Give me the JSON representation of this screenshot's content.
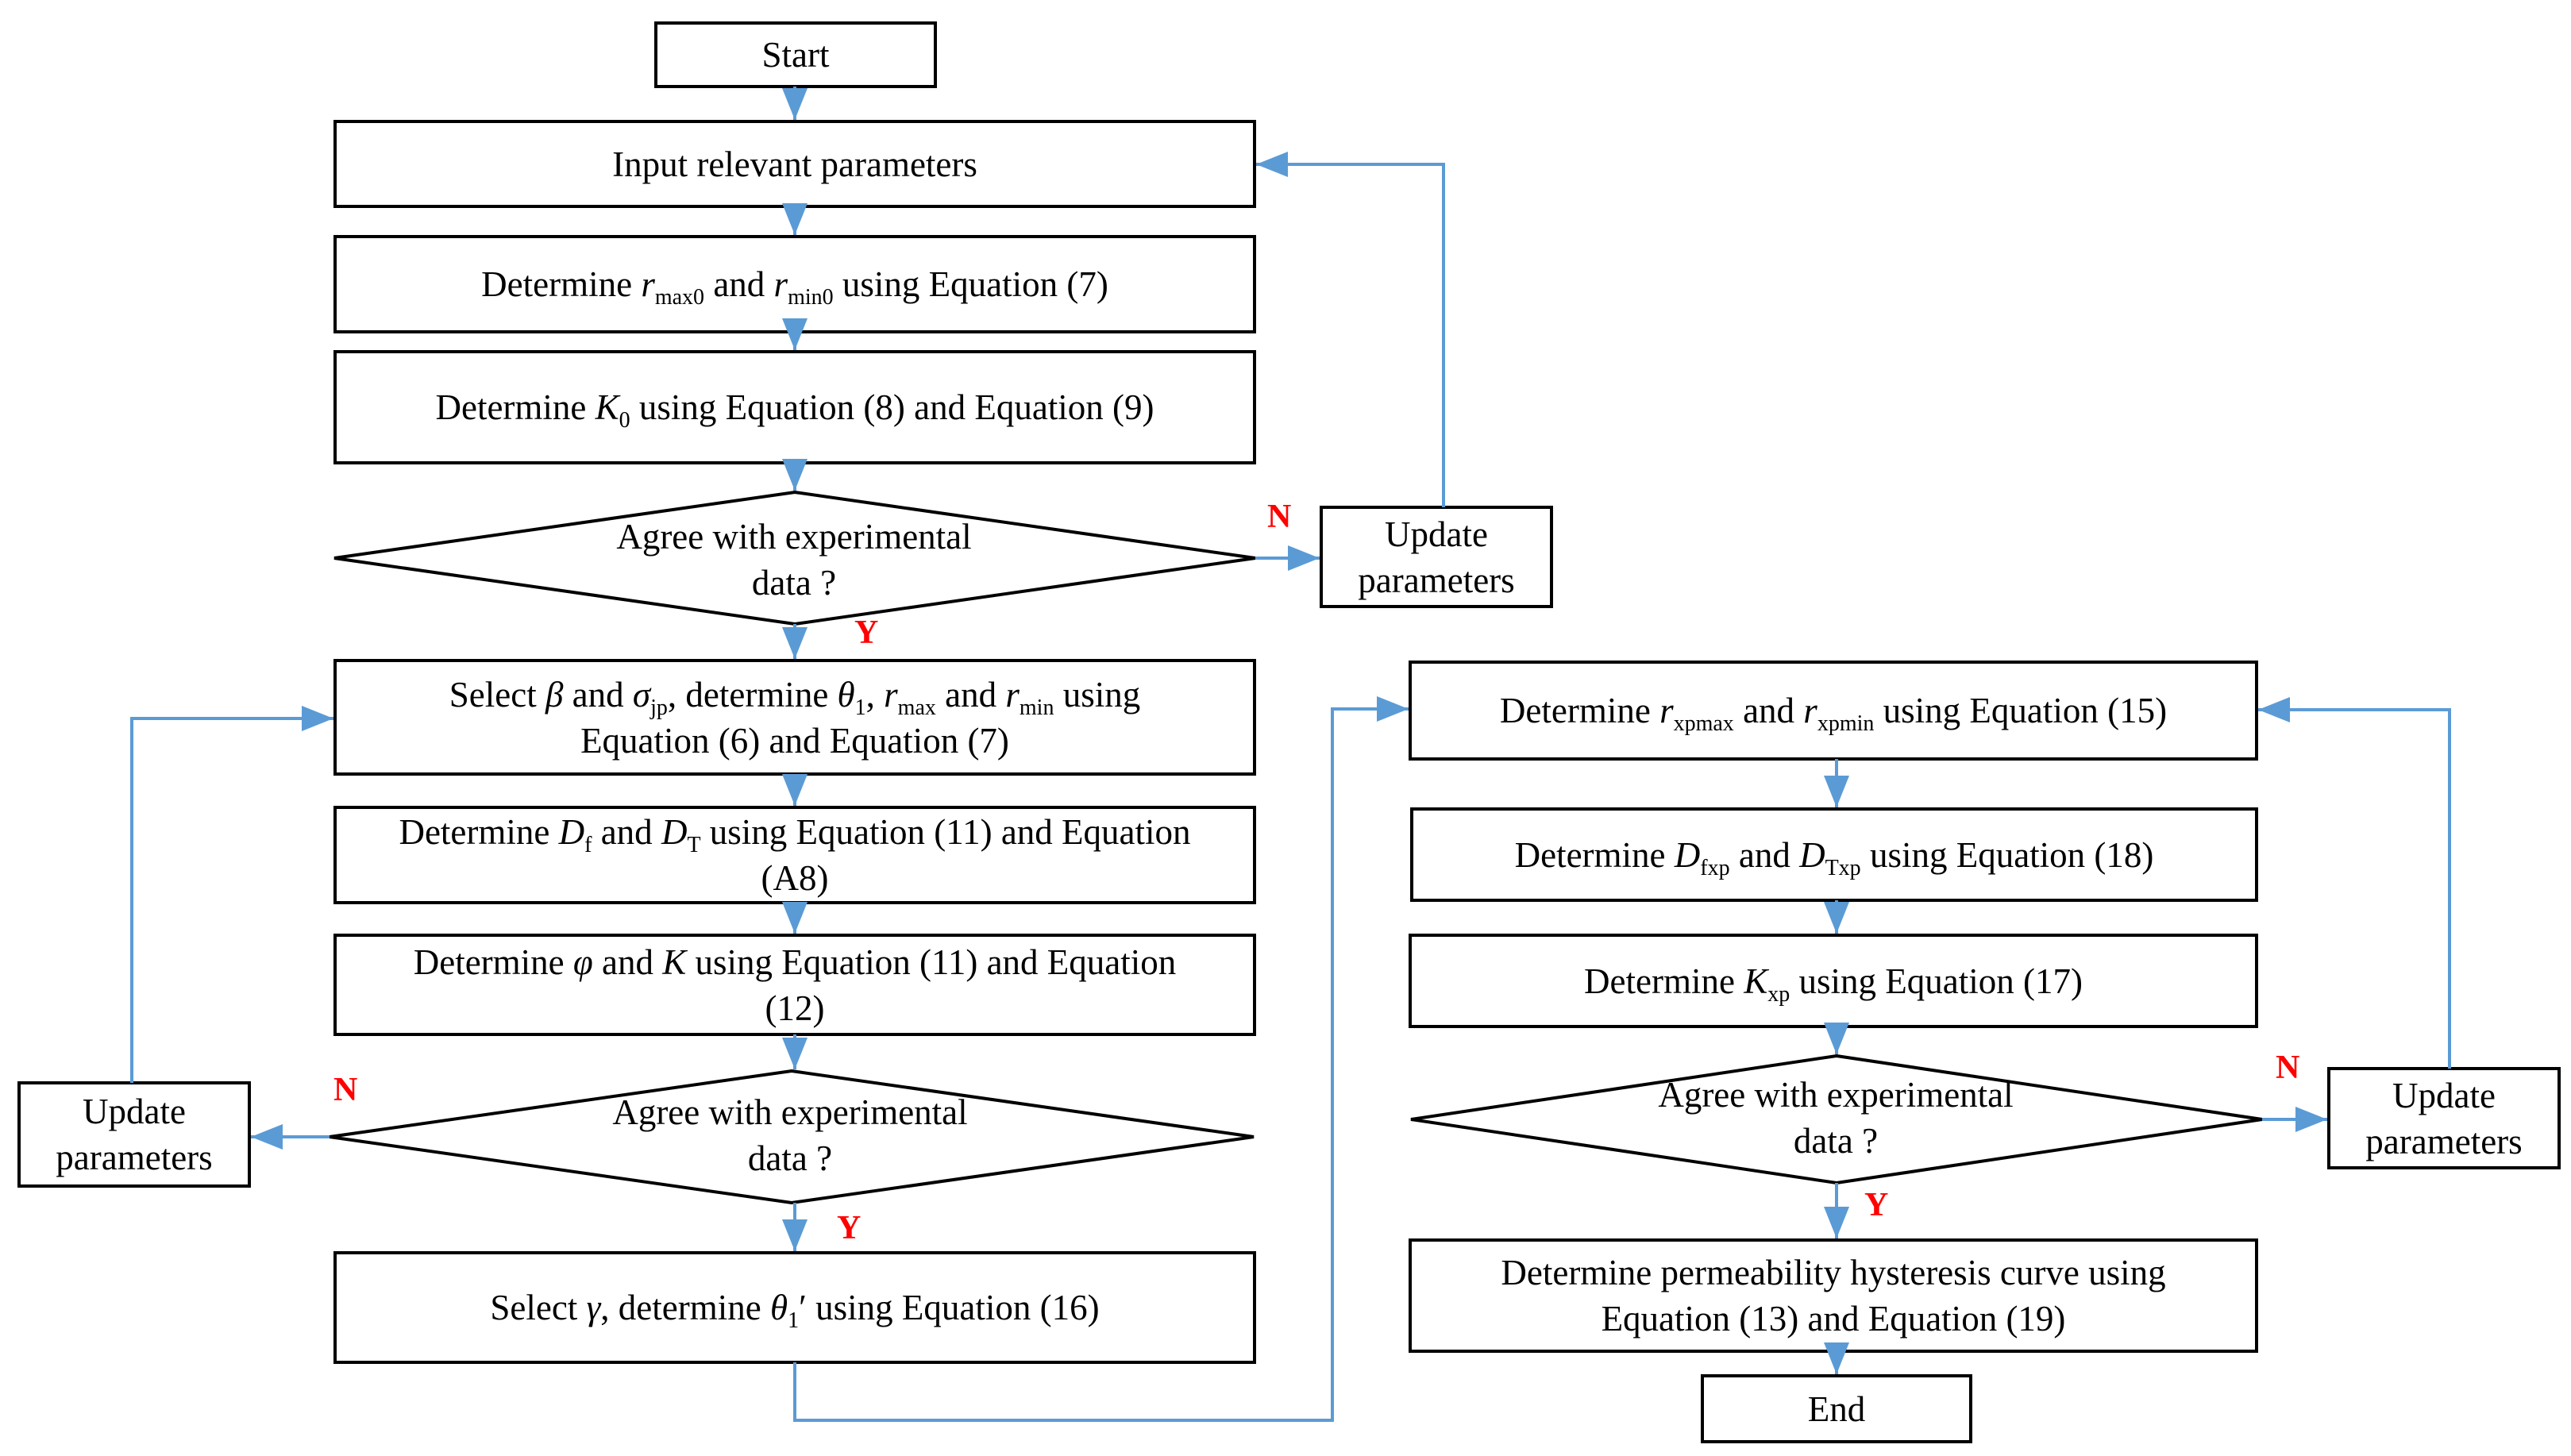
{
  "diagram": {
    "nodes": {
      "start": {
        "text": "Start"
      },
      "input": {
        "text": "Input relevant parameters"
      },
      "det_r0": {
        "p1": "Determine ",
        "v1": "r",
        "s1": "max0",
        "p2": " and ",
        "v2": "r",
        "s2": "min0",
        "p3": " using Equation (7)"
      },
      "det_k0": {
        "p1": "Determine ",
        "v1": "K",
        "s1": "0",
        "p2": " using Equation (8) and Equation (9)"
      },
      "dec1": {
        "line1": "Agree with experimental",
        "line2": "data ?"
      },
      "update1": {
        "line1": "Update",
        "line2": "parameters"
      },
      "select_beta": {
        "p1": "Select ",
        "v1": "β",
        "p2": " and ",
        "v2": "σ",
        "s2": "jp",
        "p3": ", determine ",
        "v3": "θ",
        "s3": "1",
        "p4": ", ",
        "v4": "r",
        "s4": "max",
        "p5": " and ",
        "v5": "r",
        "s5": "min",
        "p6": " using",
        "line2": "Equation (6) and Equation (7)"
      },
      "det_df": {
        "p1": "Determine ",
        "v1": "D",
        "s1": "f",
        "p2": " and ",
        "v2": "D",
        "s2": "T",
        "p3": " using Equation (11) and Equation",
        "line2": "(A8)"
      },
      "det_phi": {
        "p1": "Determine ",
        "v1": "φ",
        "p2": " and ",
        "v2": "K",
        "p3": " using Equation (11) and Equation",
        "line2": "(12)"
      },
      "dec2": {
        "line1": "Agree with experimental",
        "line2": "data ?"
      },
      "update2": {
        "line1": "Update",
        "line2": "parameters"
      },
      "select_gamma": {
        "p1": "Select ",
        "v1": "γ",
        "p2": ", determine ",
        "v2": "θ",
        "s2": "1",
        "p3": "′ using Equation (16)"
      },
      "det_rxp": {
        "p1": "Determine ",
        "v1": "r",
        "s1": "xpmax",
        "p2": " and ",
        "v2": "r",
        "s2": "xpmin",
        "p3": " using Equation (15)"
      },
      "det_dfxp": {
        "p1": "Determine ",
        "v1": "D",
        "s1": "fxp",
        "p2": " and ",
        "v2": "D",
        "s2": "Txp",
        "p3": " using Equation (18)"
      },
      "det_kxp": {
        "p1": "Determine ",
        "v1": "K",
        "s1": "xp",
        "p2": " using Equation (17)"
      },
      "dec3": {
        "line1": "Agree with experimental",
        "line2": "data ?"
      },
      "update3": {
        "line1": "Update",
        "line2": "parameters"
      },
      "det_perm": {
        "line1": "Determine permeability hysteresis curve using",
        "line2": "Equation (13) and Equation (19)"
      },
      "end": {
        "text": "End"
      }
    },
    "branch_labels": {
      "n1": "N",
      "y1": "Y",
      "n2": "N",
      "y2": "Y",
      "n3": "N",
      "y3": "Y"
    },
    "colors": {
      "arrow": "#5b9bd5",
      "box_border": "#000000",
      "branch_label": "#ff0000"
    }
  }
}
